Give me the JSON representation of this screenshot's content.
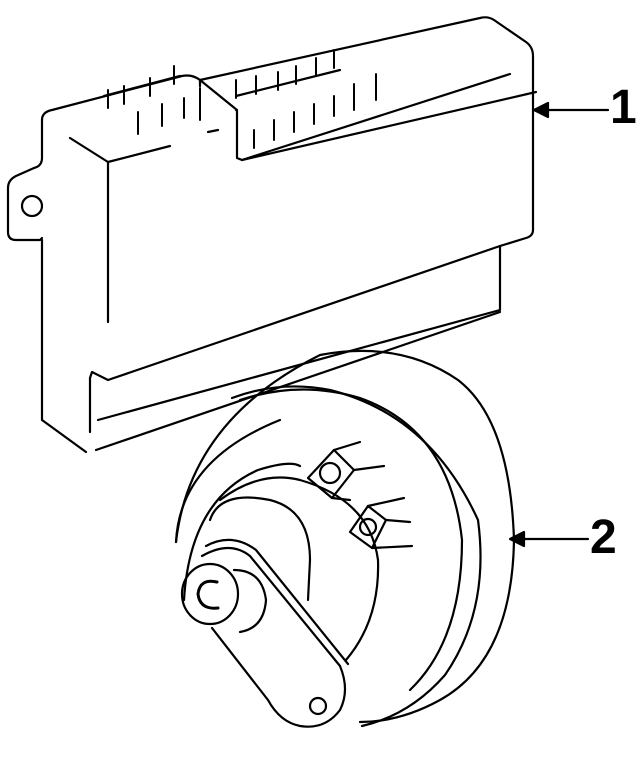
{
  "diagram": {
    "type": "parts-exploded-line-drawing",
    "background": "#ffffff",
    "line_color": "#000000",
    "parts": [
      {
        "callout": "1",
        "description": "control module / relay box with connector pins"
      },
      {
        "callout": "2",
        "description": "horn assembly with mounting bracket and terminals"
      }
    ]
  }
}
